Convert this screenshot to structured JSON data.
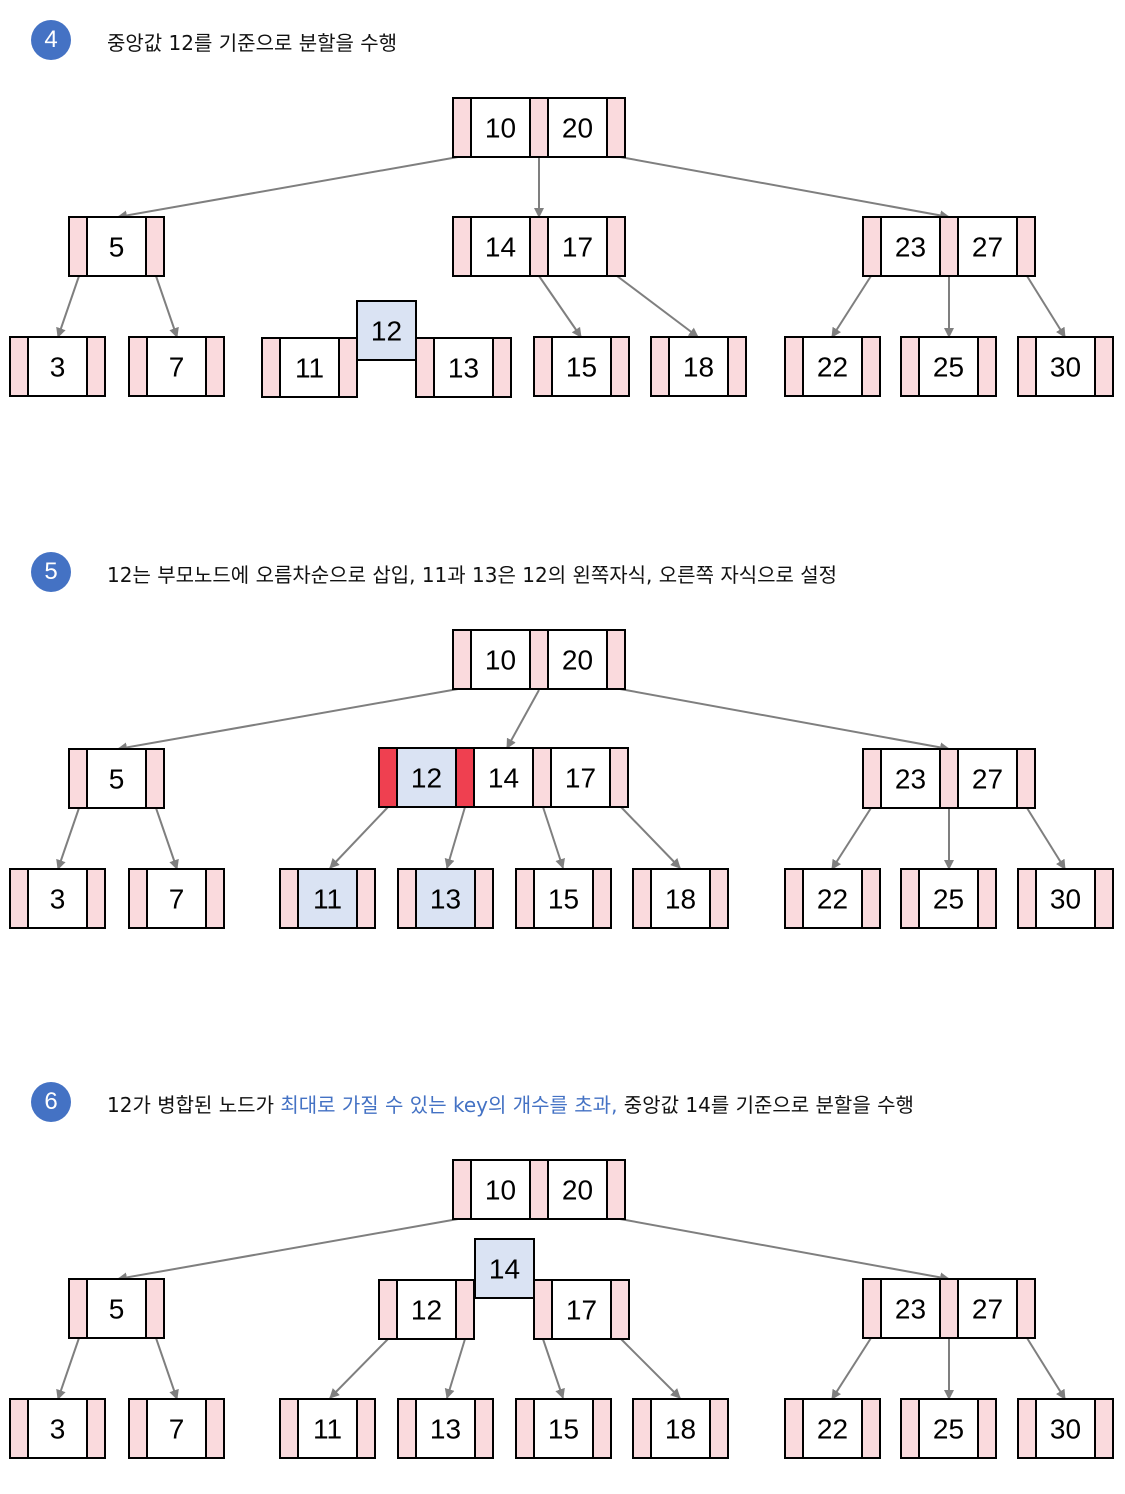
{
  "colors": {
    "accent": "#4472C4",
    "pointer": "#FADADD",
    "pointer_overflow": "#EF4050",
    "key_highlight": "#DAE3F3",
    "key": "#FFFFFF",
    "edge": "#7F7F7F"
  },
  "sections": [
    {
      "step": "4",
      "title": [
        {
          "text": "중앙값 12를 기준으로 분할을 수행",
          "highlight": false
        }
      ],
      "nodes": {
        "root": {
          "keys": [
            "10",
            "20"
          ]
        },
        "n5": {
          "keys": [
            "5"
          ]
        },
        "mid": {
          "keys": [
            "14",
            "17"
          ]
        },
        "right": {
          "keys": [
            "23",
            "27"
          ]
        },
        "l3": {
          "keys": [
            "3"
          ]
        },
        "l7": {
          "keys": [
            "7"
          ]
        },
        "l11": {
          "keys": [
            "11"
          ]
        },
        "median": {
          "keys": [
            "12"
          ],
          "key_state": [
            "highlight"
          ],
          "pointers": false
        },
        "l13": {
          "keys": [
            "13"
          ]
        },
        "l15": {
          "keys": [
            "15"
          ]
        },
        "l18": {
          "keys": [
            "18"
          ]
        },
        "l22": {
          "keys": [
            "22"
          ]
        },
        "l25": {
          "keys": [
            "25"
          ]
        },
        "l30": {
          "keys": [
            "30"
          ]
        }
      }
    },
    {
      "step": "5",
      "title": [
        {
          "text": "12는 부모노드에 오름차순으로 삽입, 11과 13은 12의 왼쪽자식, 오른쪽 자식으로 설정",
          "highlight": false
        }
      ],
      "nodes": {
        "root": {
          "keys": [
            "10",
            "20"
          ]
        },
        "n5": {
          "keys": [
            "5"
          ]
        },
        "mid": {
          "keys": [
            "12",
            "14",
            "17"
          ],
          "key_state": [
            "highlight",
            "normal",
            "normal"
          ],
          "pointer_state": [
            "overflow",
            "overflow",
            "normal",
            "normal"
          ]
        },
        "right": {
          "keys": [
            "23",
            "27"
          ]
        },
        "l3": {
          "keys": [
            "3"
          ]
        },
        "l7": {
          "keys": [
            "7"
          ]
        },
        "l11": {
          "keys": [
            "11"
          ],
          "key_state": [
            "highlight"
          ]
        },
        "l13": {
          "keys": [
            "13"
          ],
          "key_state": [
            "highlight"
          ]
        },
        "l15": {
          "keys": [
            "15"
          ]
        },
        "l18": {
          "keys": [
            "18"
          ]
        },
        "l22": {
          "keys": [
            "22"
          ]
        },
        "l25": {
          "keys": [
            "25"
          ]
        },
        "l30": {
          "keys": [
            "30"
          ]
        }
      }
    },
    {
      "step": "6",
      "title": [
        {
          "text": "12가 병합된 노드가 ",
          "highlight": false
        },
        {
          "text": "최대로 가질 수 있는 key의 개수를 초과,",
          "highlight": true
        },
        {
          "text": " 중앙값 14를 기준으로 분할을 수행",
          "highlight": false
        }
      ],
      "nodes": {
        "root": {
          "keys": [
            "10",
            "20"
          ]
        },
        "n5": {
          "keys": [
            "5"
          ]
        },
        "n12": {
          "keys": [
            "12"
          ]
        },
        "median": {
          "keys": [
            "14"
          ],
          "key_state": [
            "highlight"
          ],
          "pointers": false
        },
        "n17": {
          "keys": [
            "17"
          ]
        },
        "right": {
          "keys": [
            "23",
            "27"
          ]
        },
        "l3": {
          "keys": [
            "3"
          ]
        },
        "l7": {
          "keys": [
            "7"
          ]
        },
        "l11": {
          "keys": [
            "11"
          ]
        },
        "l13": {
          "keys": [
            "13"
          ]
        },
        "l15": {
          "keys": [
            "15"
          ]
        },
        "l18": {
          "keys": [
            "18"
          ]
        },
        "l22": {
          "keys": [
            "22"
          ]
        },
        "l25": {
          "keys": [
            "25"
          ]
        },
        "l30": {
          "keys": [
            "30"
          ]
        }
      }
    }
  ]
}
